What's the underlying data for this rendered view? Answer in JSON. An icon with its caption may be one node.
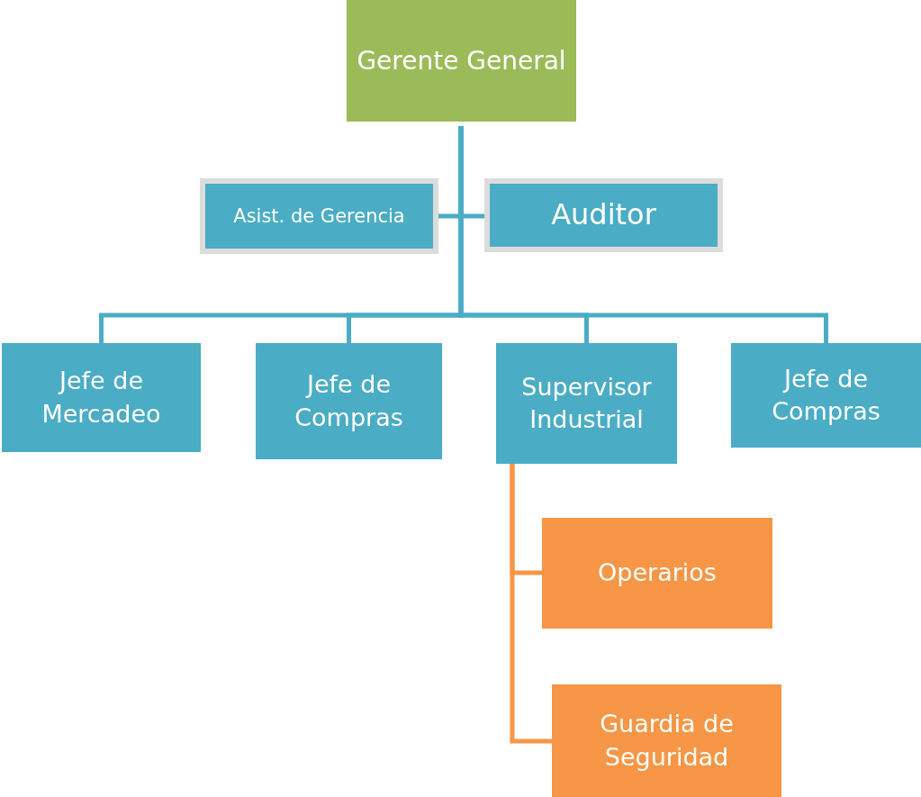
{
  "diagram": {
    "nodes": [
      {
        "text": [
          "Gerente General"
        ]
      },
      {
        "text": [
          "Asist. de Gerencia"
        ]
      },
      {
        "text": [
          "Auditor"
        ]
      },
      {
        "text": [
          "Jefe de Mercadeo"
        ]
      },
      {
        "text": [
          "Jefe de Compras"
        ]
      },
      {
        "text": [
          "Supervisor Industrial"
        ]
      },
      {
        "text": [
          "Jefe de Compras"
        ]
      },
      {
        "text": [
          "Operarios"
        ]
      },
      {
        "text": [
          "Guardia de Seguridad"
        ]
      }
    ],
    "edges": [
      {
        "from": 0,
        "to": 1,
        "arrow": "none"
      },
      {
        "from": 0,
        "to": 2,
        "arrow": "none"
      },
      {
        "from": 0,
        "to": 3,
        "arrow": "none"
      },
      {
        "from": 0,
        "to": 4,
        "arrow": "none"
      },
      {
        "from": 0,
        "to": 5,
        "arrow": "none"
      },
      {
        "from": 0,
        "to": 6,
        "arrow": "none"
      },
      {
        "from": 5,
        "to": 7,
        "arrow": "none",
        "color": "#f79646"
      },
      {
        "from": 5,
        "to": 8,
        "arrow": "none",
        "color": "#f79646"
      }
    ]
  }
}
